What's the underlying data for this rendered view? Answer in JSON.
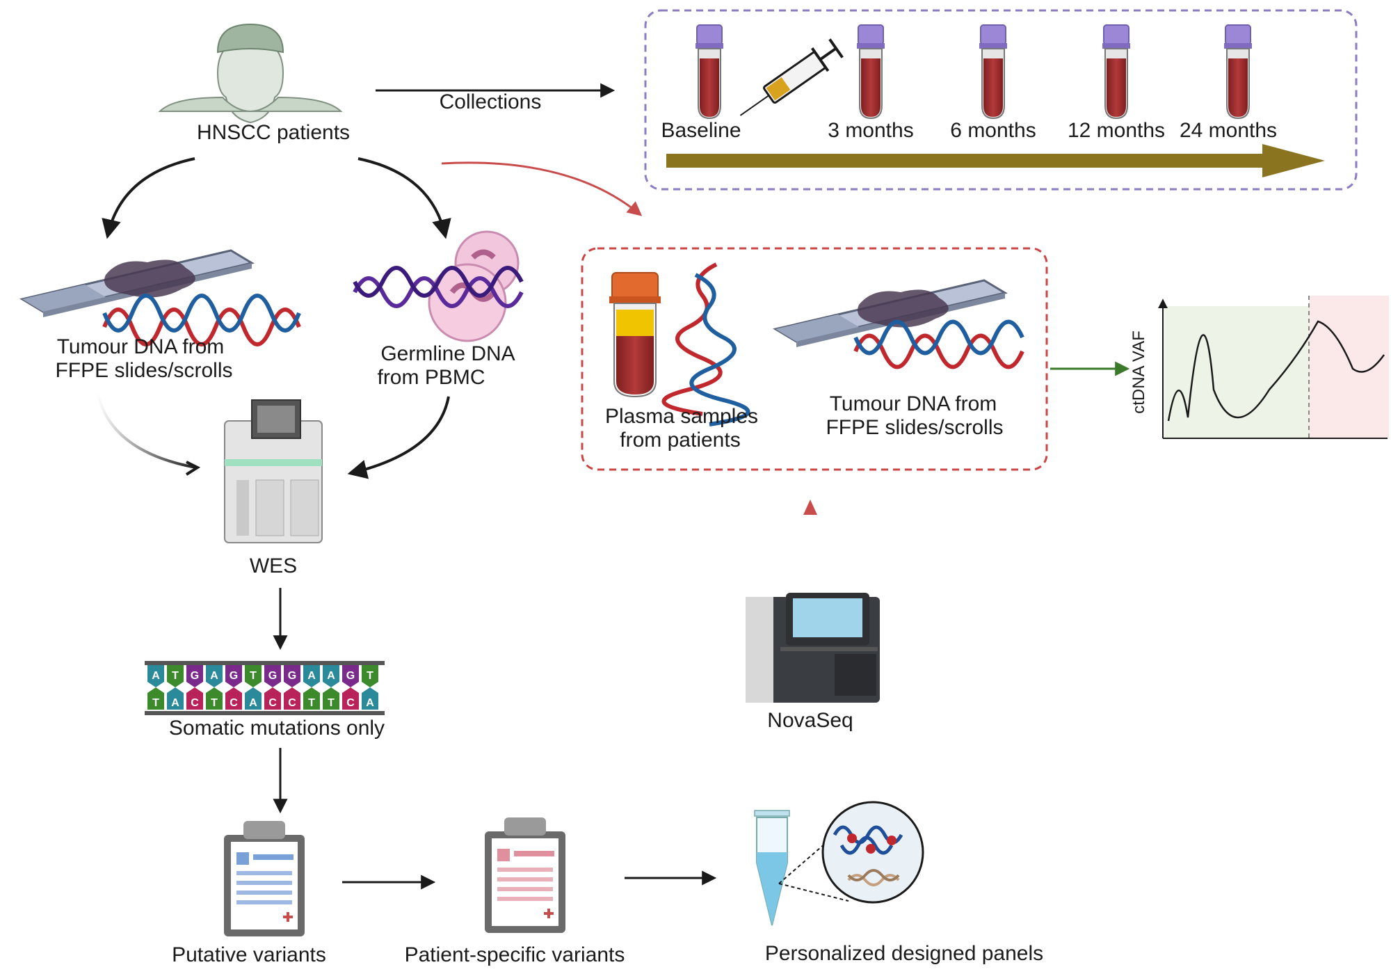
{
  "patients": {
    "label": "HNSCC patients"
  },
  "collections": {
    "label": "Collections",
    "timepoints": [
      "Baseline",
      "3 months",
      "6 months",
      "12 months",
      "24 months"
    ]
  },
  "tumour_dna": {
    "line1": "Tumour DNA from",
    "line2": "FFPE slides/scrolls"
  },
  "germline_dna": {
    "line1": "Germline DNA",
    "line2": "from PBMC"
  },
  "wes": {
    "label": "WES"
  },
  "somatic": {
    "label": "Somatic mutations only",
    "top_bases": [
      "A",
      "T",
      "G",
      "A",
      "G",
      "T",
      "G",
      "G",
      "A",
      "A",
      "G",
      "T"
    ],
    "bottom_bases": [
      "T",
      "A",
      "C",
      "T",
      "C",
      "A",
      "C",
      "C",
      "T",
      "T",
      "C",
      "A"
    ]
  },
  "putative": {
    "label": "Putative variants"
  },
  "patient_specific": {
    "label": "Patient-specific variants"
  },
  "panels": {
    "label": "Personalized designed panels"
  },
  "novaseq": {
    "label": "NovaSeq"
  },
  "plasma": {
    "line1": "Plasma samples",
    "line2": "from patients"
  },
  "tumour_dna_box": {
    "line1": "Tumour DNA from",
    "line2": "FFPE slides/scrolls"
  },
  "vaf_chart": {
    "ylabel": "ctDNA VAF"
  },
  "colors": {
    "blood": "#a52a2a",
    "cap_purple": "#9b87d6",
    "timeline": "#8b7420",
    "purple_box": "#8e7cc3",
    "red_box": "#cc4444",
    "green_arrow": "#3a7a2a",
    "base_colors": {
      "A": "#2a8a9a",
      "T": "#3c8a2c",
      "G": "#7a2a8a",
      "C": "#b8245a"
    }
  }
}
